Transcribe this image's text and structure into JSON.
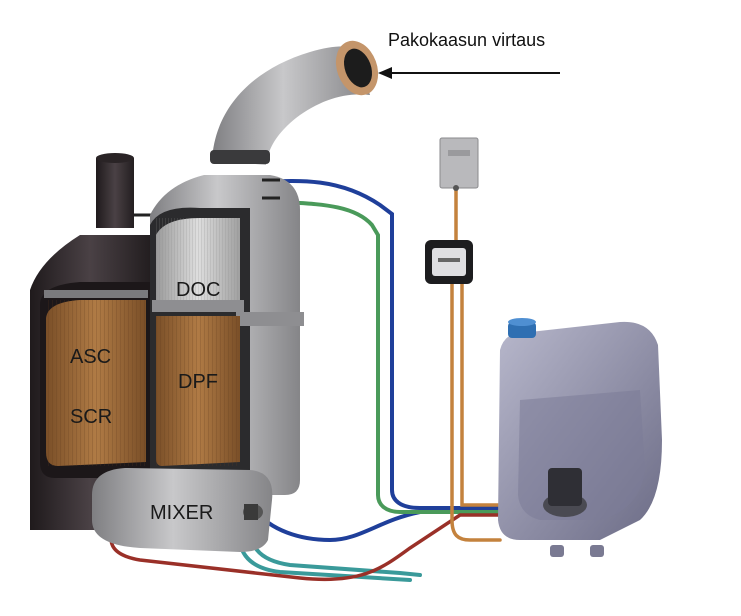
{
  "labels": {
    "flow": "Pakokaasun virtaus",
    "doc": "DOC",
    "asc": "ASC",
    "dpf": "DPF",
    "scr": "SCR",
    "mixer": "MIXER"
  },
  "colors": {
    "background": "#ffffff",
    "insulation": "#a9a9ab",
    "scr_housing": "#3a3234",
    "catalyst_core": "#9a6a3a",
    "doc_core": "#c9c9c9",
    "tank": "#8e8ea8",
    "tank_cap": "#2f6fb2",
    "line_blue": "#1f3f9a",
    "line_green": "#4a9a5a",
    "line_orange": "#c4823d",
    "line_red": "#9a3028",
    "line_teal": "#3a9a9a"
  },
  "icons": {
    "flow_arrow": "arrow-left-icon",
    "controller": "control-box-icon",
    "sensor_unit": "dosing-unit-icon",
    "tank_cap": "tank-cap-icon"
  }
}
